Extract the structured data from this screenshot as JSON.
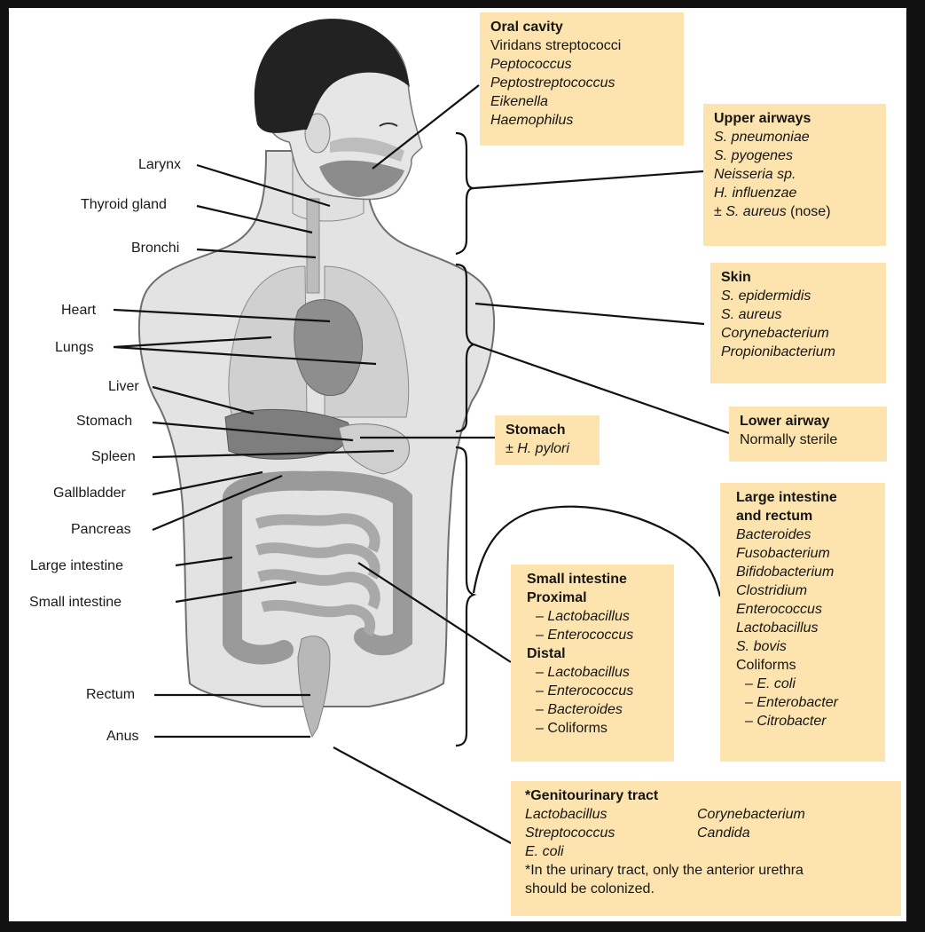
{
  "body_labels": {
    "larynx": "Larynx",
    "thyroid": "Thyroid gland",
    "bronchi": "Bronchi",
    "heart": "Heart",
    "lungs": "Lungs",
    "liver": "Liver",
    "stomach": "Stomach",
    "spleen": "Spleen",
    "gallbladder": "Gallbladder",
    "pancreas": "Pancreas",
    "large_intestine": "Large intestine",
    "small_intestine": "Small intestine",
    "rectum": "Rectum",
    "anus": "Anus"
  },
  "boxes": {
    "oral": {
      "title": "Oral cavity",
      "items": [
        "Viridans streptococci",
        "Peptococcus",
        "Peptostreptococcus",
        "Eikenella",
        "Haemophilus"
      ]
    },
    "upper": {
      "title": "Upper airways",
      "items": [
        "S. pneumoniae",
        "S. pyogenes",
        "Neisseria sp.",
        "H. influenzae"
      ],
      "last_prefix": "± ",
      "last_italic": "S. aureus",
      "last_suffix": " (nose)"
    },
    "skin": {
      "title": "Skin",
      "items": [
        "S. epidermidis",
        "S. aureus",
        "Corynebacterium",
        "Propionibacterium"
      ]
    },
    "lower": {
      "title": "Lower airway",
      "text": "Normally sterile"
    },
    "stomach": {
      "title": "Stomach",
      "prefix": "± ",
      "italic": "H. pylori"
    },
    "large": {
      "title_1": "Large intestine",
      "title_2": "and rectum",
      "items": [
        "Bacteroides",
        "Fusobacterium",
        "Bifidobacterium",
        "Clostridium",
        "Enterococcus",
        "Lactobacillus",
        "S. bovis"
      ],
      "coliforms": "Coliforms",
      "sub": [
        "E. coli",
        "Enterobacter",
        "Citrobacter"
      ]
    },
    "small": {
      "title": "Small intestine",
      "proximal": "Proximal",
      "proximal_items": [
        "Lactobacillus",
        "Enterococcus"
      ],
      "distal": "Distal",
      "distal_items": [
        "Lactobacillus",
        "Enterococcus",
        "Bacteroides"
      ],
      "distal_last": "Coliforms"
    },
    "gu": {
      "title": "*Genitourinary tract",
      "col1": [
        "Lactobacillus",
        "Streptococcus",
        "E. coli"
      ],
      "col2": [
        "Corynebacterium",
        "Candida"
      ],
      "note_1": "*In the urinary tract, only the anterior urethra",
      "note_2": "should be colonized."
    }
  },
  "colors": {
    "box_fill": "#fde3ae",
    "body_fill": "#e2e2e2",
    "organ_fill": "#8f8f8f",
    "hair": "#222222"
  }
}
